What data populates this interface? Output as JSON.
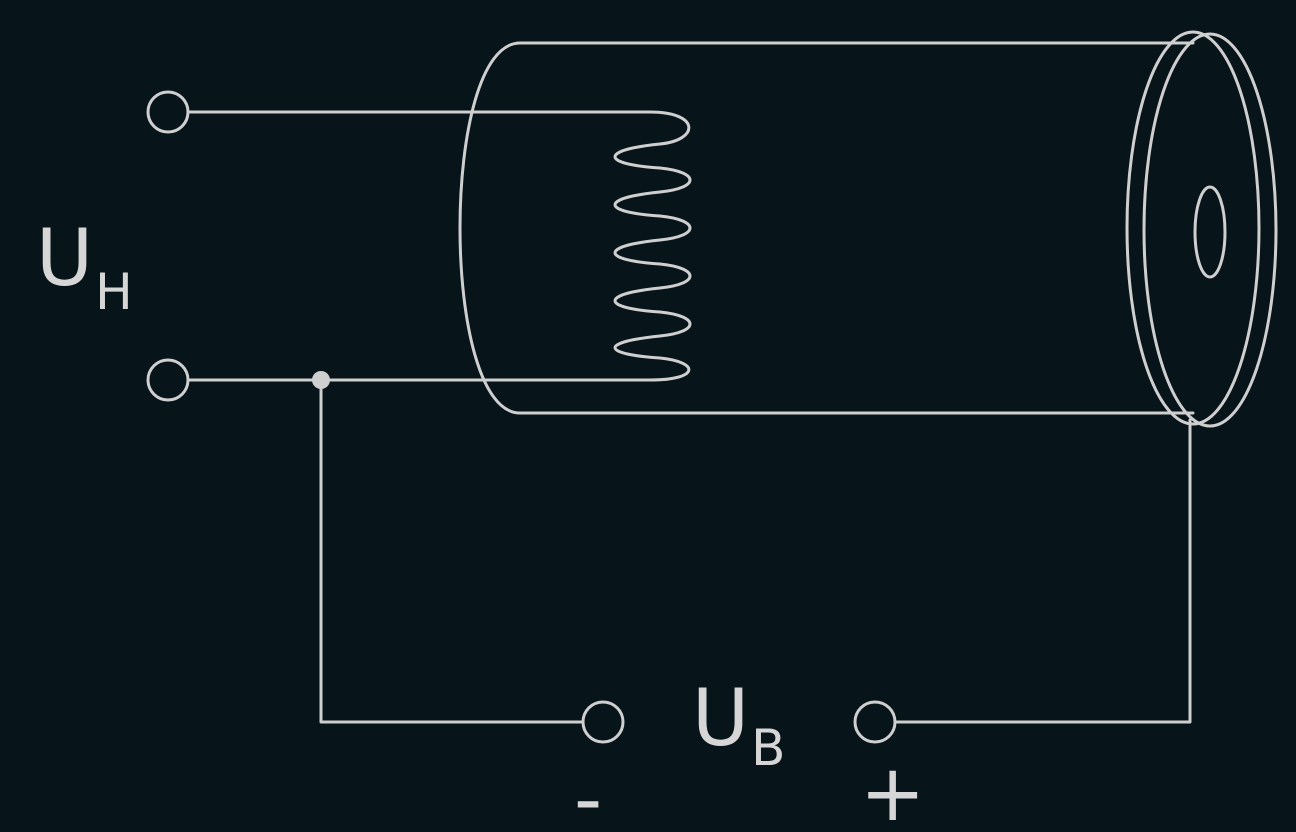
{
  "colors": {
    "background": "#071419",
    "stroke": "#cfcfcf",
    "text": "#d6d6d6"
  },
  "labels": {
    "heater_voltage": {
      "main": "U",
      "subscript": "H"
    },
    "accelerating_voltage": {
      "main": "U",
      "subscript": "B"
    },
    "minus_sign": "-",
    "plus_sign": "+"
  }
}
